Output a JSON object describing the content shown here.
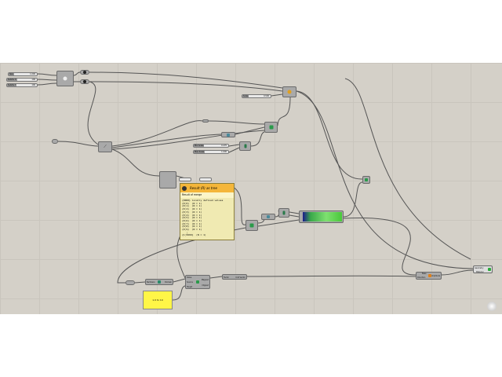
{
  "sliders": [
    {
      "label": "Size",
      "value": "1.000"
    },
    {
      "label": "Subdiv X",
      "value": "100"
    },
    {
      "label": "Subdiv Y",
      "value": "100"
    },
    {
      "label": "Scale",
      "value": "0.500"
    },
    {
      "label": "Min Scale",
      "value": "0.470"
    },
    {
      "label": "Max Scale",
      "value": "1.000"
    }
  ],
  "tooltip": {
    "title": "Result (R) as tree",
    "subtitle": "Result of merge",
    "lines": [
      "{0000} locally defined values",
      "{0;0}  (N = 1)",
      "{0;1}  (N = 1)",
      "{0;2}  (N = 1)",
      "{0;3}  (N = 1)",
      "{0;4}  (N = 1)",
      "{0;5}  (N = 1)",
      "{0;6}  (N = 1)",
      "{0;7}  (N = 1)",
      "{0;8}  (N = 1)",
      "{0;9}  (N = 1)",
      "   ⋮",
      "{1;9999}  (N = 1)"
    ]
  },
  "panel": {
    "text": "1.0 to 10"
  },
  "nodes": {
    "bounds": {
      "in": "Numbers",
      "out": "Domain"
    },
    "remap": {
      "in": [
        "Value",
        "Source",
        "Target"
      ],
      "out": [
        "Mapped",
        "Clipped"
      ]
    },
    "amplitude_vec": {
      "in": "Factor",
      "out": "Unit Vector"
    },
    "move": {
      "in": [
        "Base",
        "Direction"
      ],
      "out": "Amplitude"
    },
    "preview": {
      "in": [
        "Geometry",
        "Material"
      ]
    }
  },
  "colors": {
    "canvas": "#d4d0c8",
    "tooltip_header": "#f4b63a",
    "panel": "#fff647",
    "gradient_start": "#1a1a8c",
    "gradient_end": "#48c83a"
  }
}
